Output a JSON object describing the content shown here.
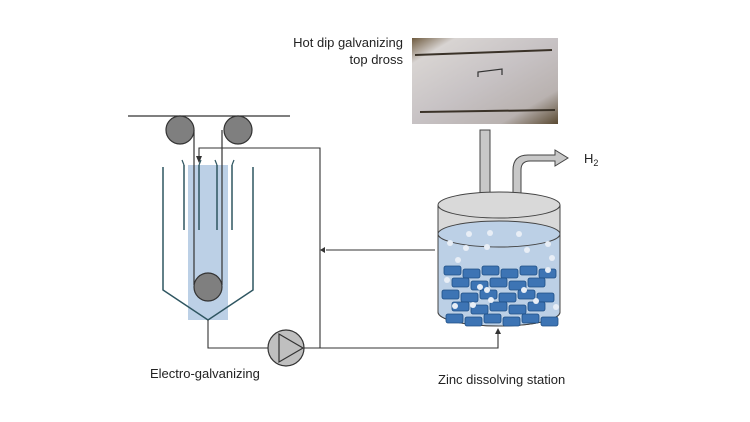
{
  "labels": {
    "source_line1": "Hot dip galvanizing",
    "source_line2": "top dross",
    "gas": "H",
    "gas_sub": "2",
    "left_unit": "Electro-galvanizing",
    "right_unit": "Zinc dissolving station"
  },
  "icons": {
    "pump": "pump-icon",
    "roller": "roller-icon",
    "photo": "dross-photo"
  },
  "colors": {
    "electrolyte": "#bcd0e6",
    "zinc_pieces": "#3d74b4",
    "roller": "#7f7f7f",
    "tank_wall": "#2f5661",
    "pipe": "#333333"
  }
}
